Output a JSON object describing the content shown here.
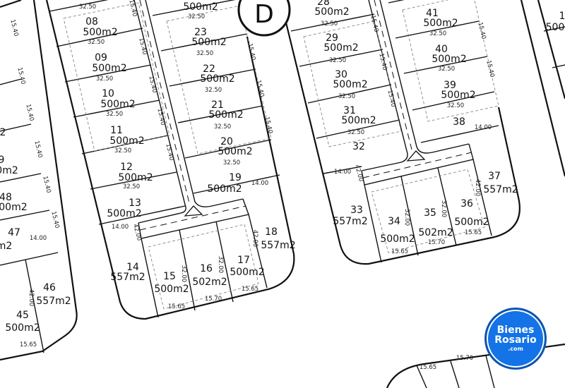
{
  "plan": {
    "block_letter": "D",
    "lots": [
      {
        "number": "08",
        "area": "500m2"
      },
      {
        "number": "09",
        "area": "500m2"
      },
      {
        "number": "10",
        "area": "500m2"
      },
      {
        "number": "11",
        "area": "500m2"
      },
      {
        "number": "12",
        "area": "500m2"
      },
      {
        "number": "13",
        "area": "500m2"
      },
      {
        "number": "14",
        "area": "557m2"
      },
      {
        "number": "15",
        "area": "500m2"
      },
      {
        "number": "16",
        "area": "502m2"
      },
      {
        "number": "17",
        "area": "500m2"
      },
      {
        "number": "18",
        "area": "557m2"
      },
      {
        "number": "19",
        "area": "500m2"
      },
      {
        "number": "20",
        "area": "500m2"
      },
      {
        "number": "21",
        "area": "500m2"
      },
      {
        "number": "22",
        "area": "500m2"
      },
      {
        "number": "23",
        "area": "500m2"
      },
      {
        "number": "",
        "area": "500m2"
      },
      {
        "number": "28",
        "area": "500m2"
      },
      {
        "number": "29",
        "area": "500m2"
      },
      {
        "number": "30",
        "area": "500m2"
      },
      {
        "number": "31",
        "area": "500m2"
      },
      {
        "number": "32",
        "area": ""
      },
      {
        "number": "33",
        "area": "557m2"
      },
      {
        "number": "34",
        "area": "500m2"
      },
      {
        "number": "35",
        "area": "502m2"
      },
      {
        "number": "36",
        "area": "500m2"
      },
      {
        "number": "37",
        "area": "557m2"
      },
      {
        "number": "38",
        "area": ""
      },
      {
        "number": "39",
        "area": "500m2"
      },
      {
        "number": "40",
        "area": "500m2"
      },
      {
        "number": "41",
        "area": "500m2"
      },
      {
        "number": "45",
        "area": "500m2"
      },
      {
        "number": "46",
        "area": "557m2"
      },
      {
        "number": "47",
        "area": "m2"
      },
      {
        "number": "48",
        "area": "500m2"
      },
      {
        "number": "9",
        "area": "0m2"
      },
      {
        "number": "2",
        "area": ""
      },
      {
        "number": "1",
        "area": "500"
      }
    ],
    "dimensions": {
      "d3250": "32.50",
      "d3200": "32.00",
      "d1540": "15.40",
      "d1400": "14.00",
      "d1565": "15.65",
      "d1570": "15.70",
      "d4200": "42.00"
    }
  },
  "logo": {
    "line1": "Bienes",
    "line2": "Rosario",
    "line3": ".com",
    "color": "#1473e6"
  }
}
